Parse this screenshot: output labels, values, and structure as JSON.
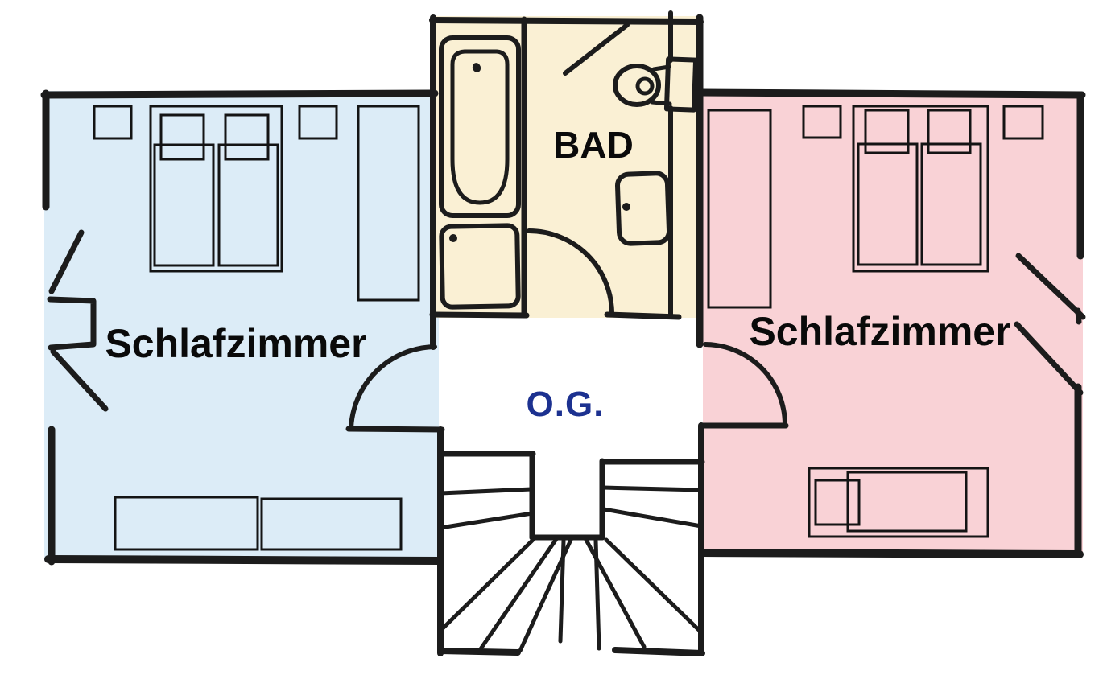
{
  "labels": {
    "bedroom_left": "Schlafzimmer",
    "bedroom_right": "Schlafzimmer",
    "bathroom": "BAD",
    "floor": "O.G."
  },
  "colors": {
    "background": "#ffffff",
    "wall": "#1c1c1c",
    "furniture_line": "#141414",
    "bedroom_left_fill": "#dcecf7",
    "bedroom_right_fill": "#f9d2d6",
    "bathroom_fill": "#faf0d4",
    "room_label_color": "#0a0a0a",
    "floor_label_color": "#1c3190"
  }
}
